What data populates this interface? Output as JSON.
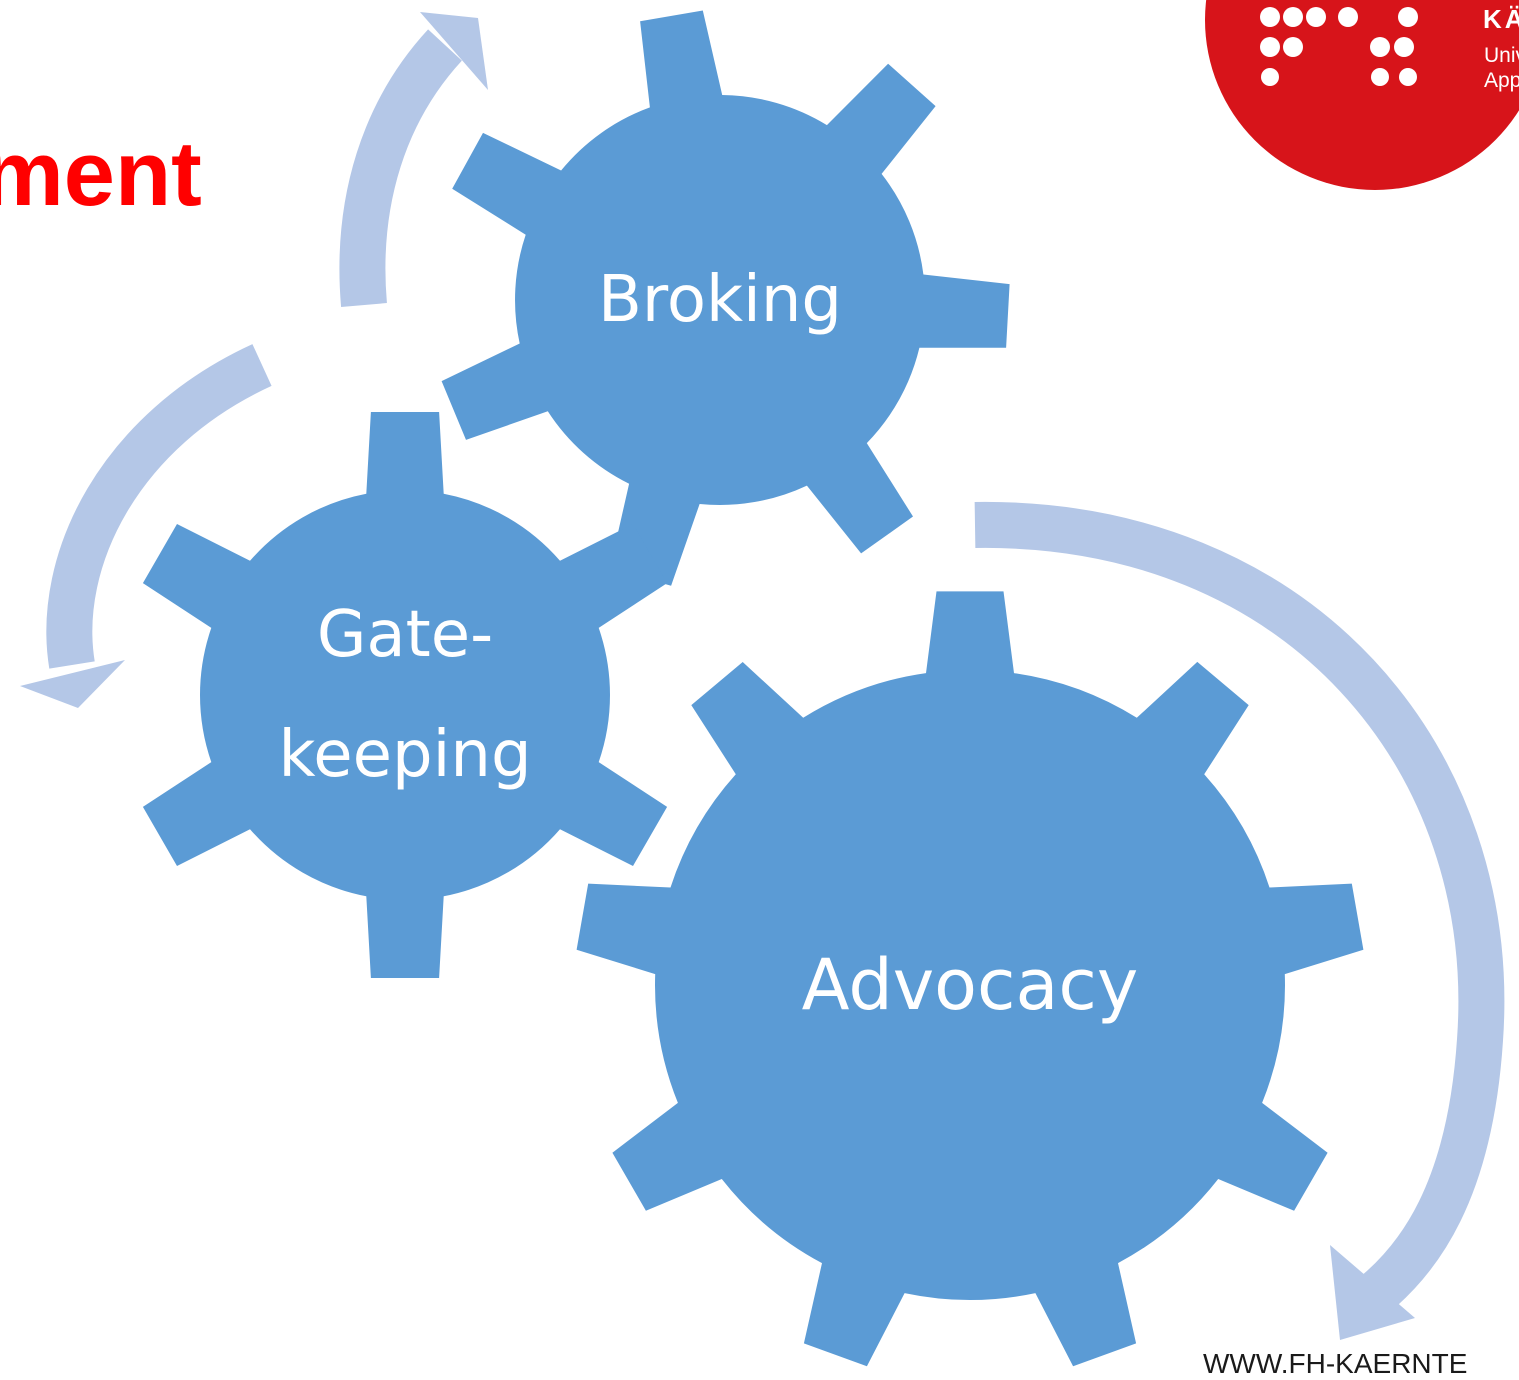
{
  "title_fragment": "ment",
  "logo": {
    "line1": "KÄR",
    "line2": "Univer",
    "line3": "Applie"
  },
  "gears": [
    {
      "id": "broking",
      "lines": [
        "Broking"
      ]
    },
    {
      "id": "gatekeeping",
      "lines": [
        "Gate-",
        "keeping"
      ]
    },
    {
      "id": "advocacy",
      "lines": [
        "Advocacy"
      ]
    }
  ],
  "footer_url": "WWW.FH-KAERNTE",
  "colors": {
    "gear": "#5b9bd5",
    "arrow": "#b4c7e7",
    "title": "#ff0000",
    "logo_bg": "#d7141a",
    "label": "#ffffff"
  },
  "icons": [
    "curved-arrow-icon",
    "logo-dots-icon"
  ]
}
